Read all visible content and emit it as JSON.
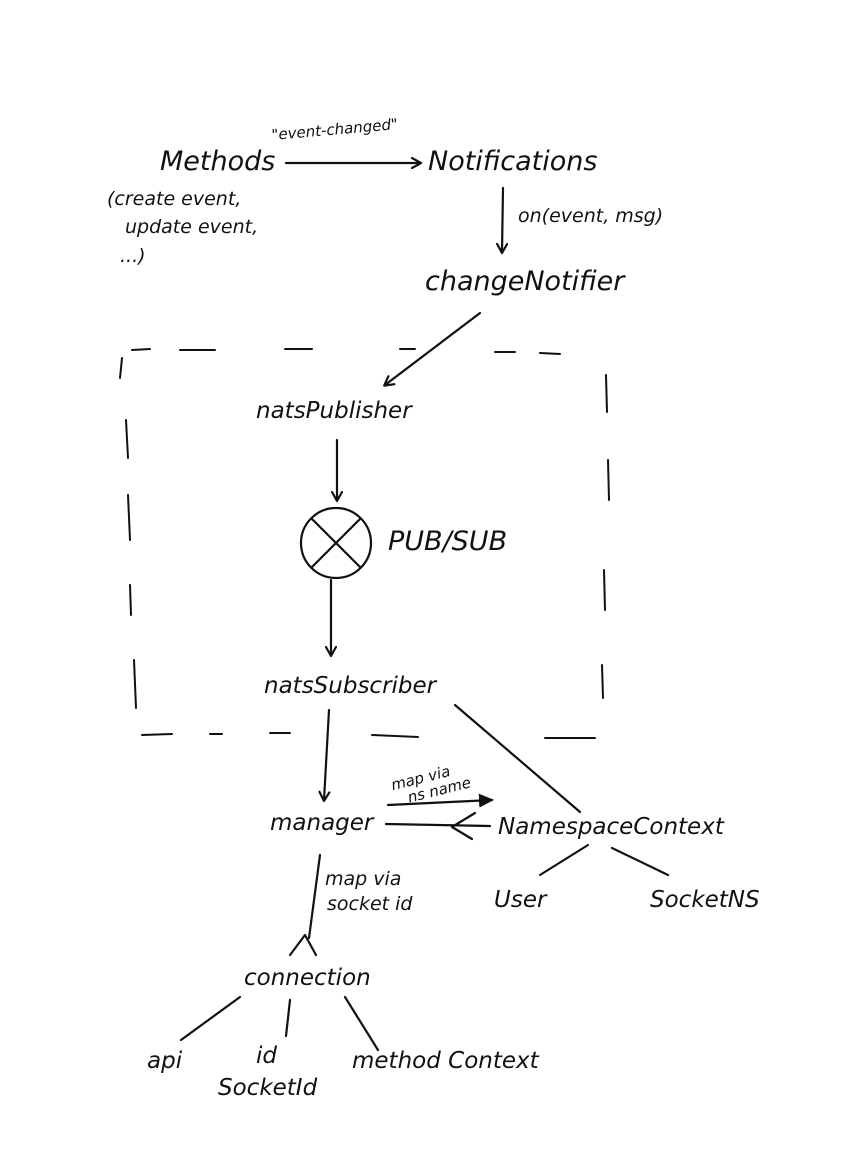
{
  "nodes": {
    "methods": "Methods",
    "methods_list": [
      "(create event,",
      "update event,",
      "...)"
    ],
    "notifications": "Notifications",
    "change_notifier": "changeNotifier",
    "nats_publisher": "natsPublisher",
    "pubsub": "PUB/SUB",
    "nats_subscriber": "natsSubscriber",
    "manager": "manager",
    "namespace_context": "NamespaceContext",
    "user": "User",
    "socket_ns": "SocketNS",
    "connection": "connection",
    "api": "api",
    "id": "id",
    "socket_id": "SocketId",
    "method_context": "method Context"
  },
  "edges": {
    "event_changed": "\"event-changed\"",
    "on_event_msg": "on(event, msg)",
    "map_via_ns_name": [
      "map via",
      "ns name"
    ],
    "map_via_socket_id": [
      "map via",
      "socket id"
    ]
  }
}
